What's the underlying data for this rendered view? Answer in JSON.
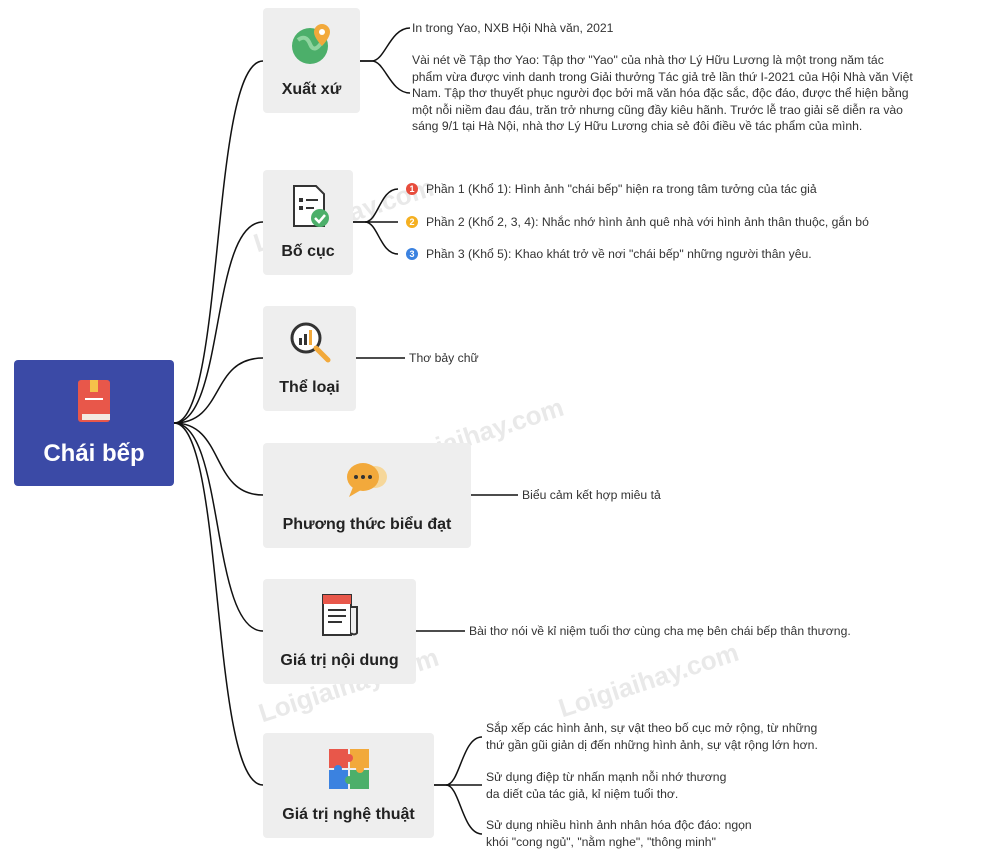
{
  "root": {
    "label": "Chái bếp",
    "color": "#3b4aa6"
  },
  "branches": [
    {
      "label": "Xuất xứ",
      "icon": "globe-pin-icon",
      "items": [
        "In trong Yao, NXB Hội Nhà văn, 2021",
        [
          "Vài nét về Tập thơ Yao: Tập thơ \"Yao\" của nhà thơ Lý Hữu Lương là một trong năm tác",
          "phẩm vừa được vinh danh trong Giải thưởng Tác giả trẻ lần thứ I-2021 của Hội Nhà văn Việt",
          "Nam. Tập thơ thuyết phục người đọc bởi mã văn hóa đặc sắc, độc đáo, được thể hiện bằng",
          "một nỗi niềm đau đáu, trăn trở nhưng cũng đầy kiêu hãnh. Trước lễ trao giải sẽ diễn ra vào",
          "sáng 9/1 tại Hà Nội, nhà thơ Lý Hữu Lương chia sẻ đôi điều về tác phẩm của mình."
        ]
      ]
    },
    {
      "label": "Bố cục",
      "icon": "checklist-icon",
      "items": [
        {
          "num": "1",
          "color": "#e74c3c",
          "text": "Phần 1 (Khổ 1): Hình ảnh \"chái bếp\" hiện ra trong tâm tưởng của tác giả"
        },
        {
          "num": "2",
          "color": "#f5b021",
          "text": "Phần 2 (Khổ 2, 3, 4): Nhắc nhớ hình ảnh quê nhà với hình ảnh thân thuộc, gắn bó"
        },
        {
          "num": "3",
          "color": "#3b82e0",
          "text": "Phần 3 (Khổ 5): Khao khát trở về nơi \"chái bếp\" những người thân yêu."
        }
      ]
    },
    {
      "label": "Thể loại",
      "icon": "magnifier-chart-icon",
      "items": [
        "Thơ bảy chữ"
      ]
    },
    {
      "label": "Phương thức biểu đạt",
      "icon": "chat-bubbles-icon",
      "items": [
        "Biểu cảm kết hợp miêu tả"
      ]
    },
    {
      "label": "Giá trị nội dung",
      "icon": "newspaper-icon",
      "items": [
        "Bài thơ nói về kỉ niệm tuổi thơ cùng cha mẹ bên chái bếp thân thương."
      ]
    },
    {
      "label": "Giá trị nghệ thuật",
      "icon": "puzzle-icon",
      "items": [
        [
          "Sắp xếp các hình ảnh, sự vật theo bố cục mở rộng, từ những",
          "thứ gần gũi giản dị đến những hình ảnh, sự vật rộng lớn hơn."
        ],
        [
          "Sử dụng điệp từ nhấn mạnh nỗi nhớ thương",
          "da diết của tác giả, kỉ niệm tuổi thơ."
        ],
        [
          "Sử dụng nhiều hình ảnh nhân hóa độc đáo: ngọn",
          "khói \"cong ngủ\", \"nằm nghe\", \"thông minh\""
        ]
      ]
    }
  ],
  "watermark": "Loigiaihay.com"
}
